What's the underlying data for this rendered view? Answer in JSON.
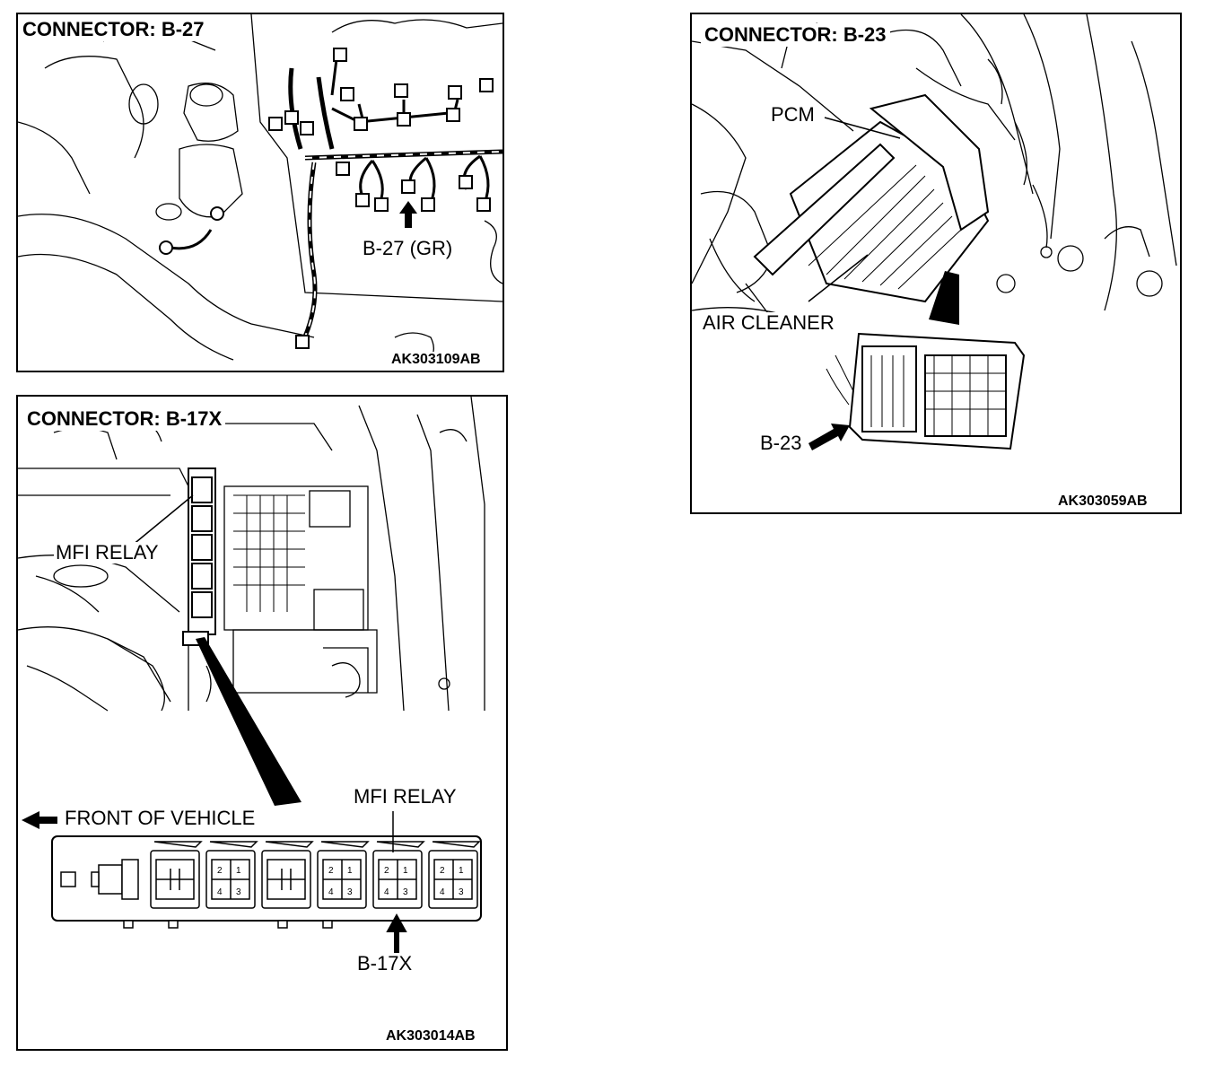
{
  "panels": {
    "b27": {
      "title": "CONNECTOR: B-27",
      "callout": "B-27 (GR)",
      "figure_id": "AK303109AB"
    },
    "b17x": {
      "title": "CONNECTOR: B-17X",
      "relay_label_top": "MFI RELAY",
      "front_label": "FRONT OF VEHICLE",
      "relay_label_detail": "MFI RELAY",
      "callout": "B-17X",
      "figure_id": "AK303014AB",
      "pins": [
        "2",
        "1",
        "4",
        "3"
      ]
    },
    "b23": {
      "title": "CONNECTOR: B-23",
      "pcm_label": "PCM",
      "air_cleaner_label": "AIR CLEANER",
      "callout": "B-23",
      "figure_id": "AK303059AB"
    }
  }
}
